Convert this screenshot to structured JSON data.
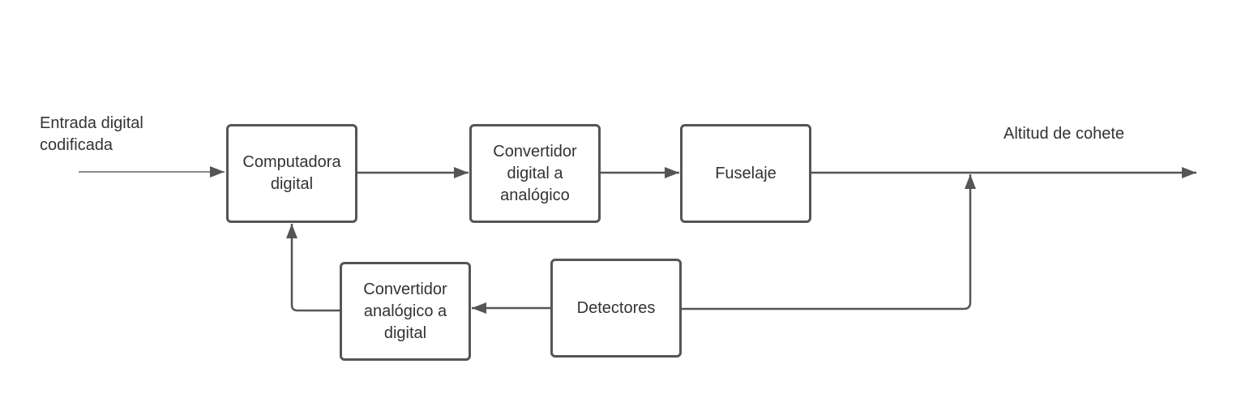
{
  "diagram": {
    "input_label": "Entrada digital\ncodificada",
    "output_label": "Altitud de cohete",
    "blocks": {
      "computer": "Computadora\ndigital",
      "dac": "Convertidor\ndigital a\nanalógico",
      "fuselage": "Fuselaje",
      "adc": "Convertidor\nanalógico a\ndigital",
      "detectors": "Detectores"
    }
  },
  "colors": {
    "stroke": "#555555",
    "text": "#333333",
    "background": "#ffffff"
  }
}
